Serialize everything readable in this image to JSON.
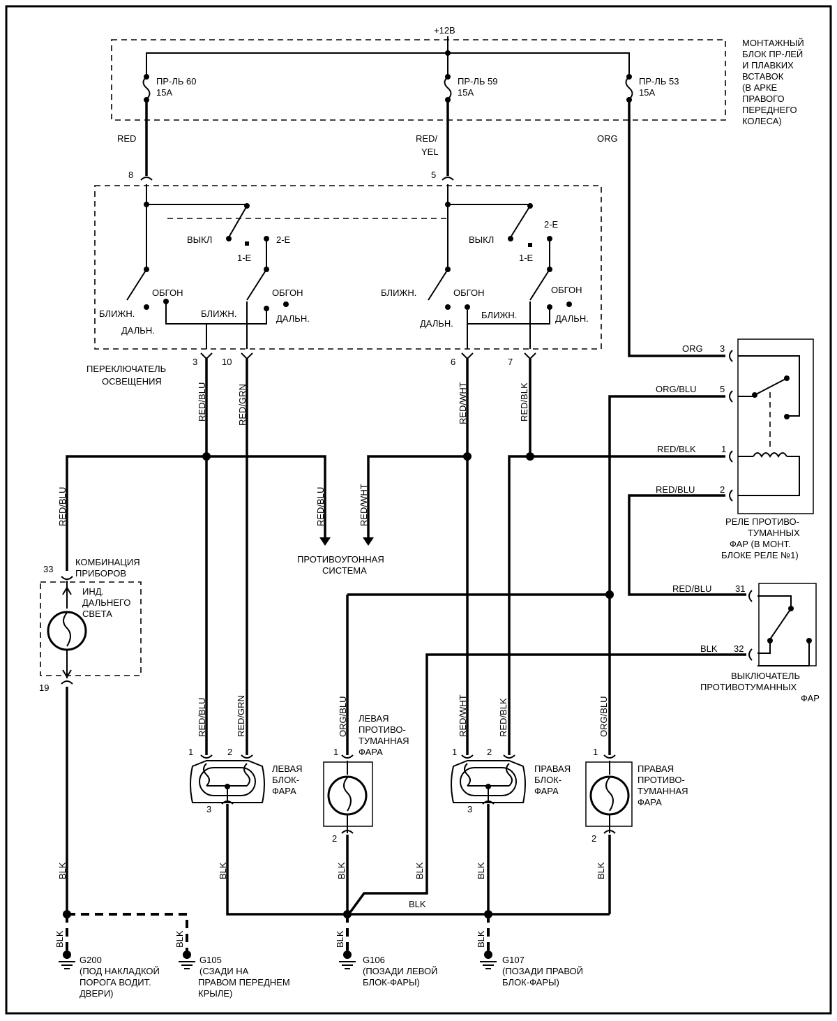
{
  "power": "+12В",
  "fuse_block_label": [
    "МОНТАЖНЫЙ",
    "БЛОК ПР-ЛЕЙ",
    "И ПЛАВКИХ",
    "ВСТАВОК",
    "(В АРКЕ",
    "ПРАВОГО",
    "ПЕРЕДНЕГО",
    "КОЛЕСА)"
  ],
  "fuses": [
    {
      "name": "ПР-ЛЬ 60",
      "rating": "15А"
    },
    {
      "name": "ПР-ЛЬ 59",
      "rating": "15А"
    },
    {
      "name": "ПР-ЛЬ 53",
      "rating": "15А"
    }
  ],
  "switch_label": [
    "ПЕРЕКЛЮЧАТЕЛЬ",
    "ОСВЕЩЕНИЯ"
  ],
  "switch_positions": {
    "off": "ВЫКЛ",
    "pos1": "1-Е",
    "pos2": "2-Е",
    "flash": "ОБГОН",
    "low": "БЛИЖН.",
    "high": "ДАЛЬН."
  },
  "pins": {
    "p8": "8",
    "p5": "5",
    "p3": "3",
    "p10": "10",
    "p6": "6",
    "p7": "7",
    "p33": "33",
    "p19": "19",
    "r3": "3",
    "r5": "5",
    "r1": "1",
    "r2": "2",
    "s31": "31",
    "s32": "32",
    "c1": "1",
    "c2": "2",
    "c3": "3"
  },
  "wires": {
    "red": "RED",
    "redyel1": "RED/",
    "redyel2": "YEL",
    "org": "ORG",
    "orgblu": "ORG/BLU",
    "redblu": "RED/BLU",
    "redgrn": "RED/GRN",
    "redwht": "RED/WHT",
    "redblk": "RED/BLK",
    "blk": "BLK"
  },
  "instrument_label": [
    "КОМБИНАЦИЯ",
    "ПРИБОРОВ"
  ],
  "indicator_label": [
    "ИНД.",
    "ДАЛЬНЕГО",
    "СВЕТА"
  ],
  "antitheft_label": [
    "ПРОТИВОУГОННАЯ",
    "СИСТЕМА"
  ],
  "relay_label": [
    "РЕЛЕ ПРОТИВО-",
    "ТУМАННЫХ",
    "ФАР (В МОНТ.",
    "БЛОКЕ РЕЛЕ №1)"
  ],
  "fogswitch_label": [
    "ВЫКЛЮЧАТЕЛЬ",
    "ПРОТИВОТУМАННЫХ",
    "ФАР"
  ],
  "left_headlamp": [
    "ЛЕВАЯ",
    "БЛОК-",
    "ФАРА"
  ],
  "right_headlamp": [
    "ПРАВАЯ",
    "БЛОК-",
    "ФАРА"
  ],
  "left_fog": [
    "ЛЕВАЯ",
    "ПРОТИВО-",
    "ТУМАННАЯ",
    "ФАРА"
  ],
  "right_fog": [
    "ПРАВАЯ",
    "ПРОТИВО-",
    "ТУМАННАЯ",
    "ФАРА"
  ],
  "grounds": [
    {
      "id": "G200",
      "desc": [
        "(ПОД НАКЛАДКОЙ",
        "ПОРОГА ВОДИТ.",
        "ДВЕРИ)"
      ]
    },
    {
      "id": "G105",
      "desc": [
        "(СЗАДИ НА",
        "ПРАВОМ ПЕРЕДНЕМ",
        "КРЫЛЕ)"
      ]
    },
    {
      "id": "G106",
      "desc": [
        "(ПОЗАДИ ЛЕВОЙ",
        "БЛОК-ФАРЫ)"
      ]
    },
    {
      "id": "G107",
      "desc": [
        "(ПОЗАДИ ПРАВОЙ",
        "БЛОК-ФАРЫ)"
      ]
    }
  ]
}
